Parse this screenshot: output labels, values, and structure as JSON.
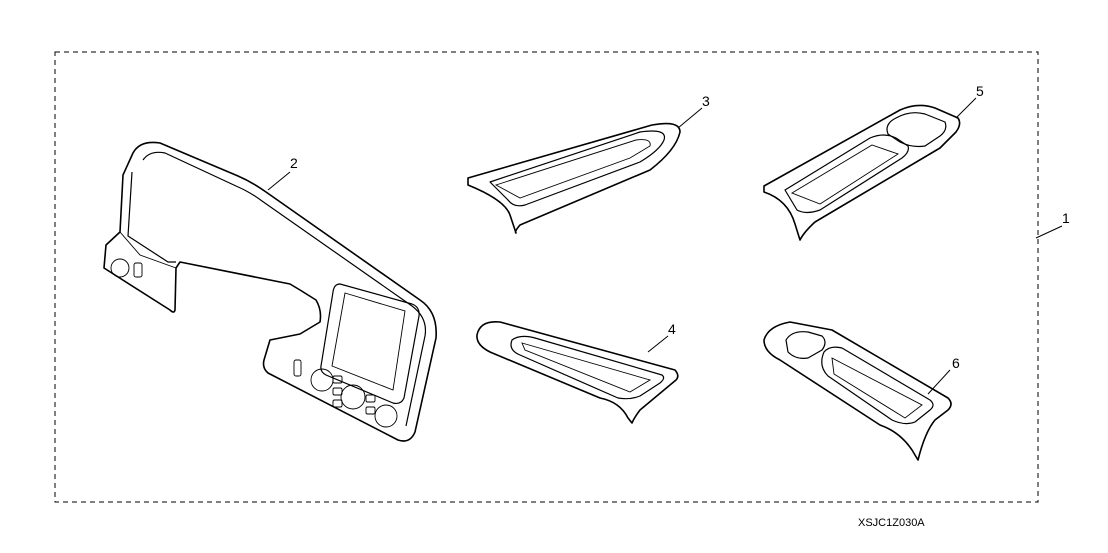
{
  "callouts": {
    "kit": "1",
    "dashboard_panel": "2",
    "door_trim_a": "3",
    "door_trim_b": "4",
    "door_trim_c": "5",
    "door_trim_d": "6"
  },
  "figure_code": "XSJC1Z030A",
  "colors": {
    "line": "#000000",
    "background": "#ffffff"
  }
}
